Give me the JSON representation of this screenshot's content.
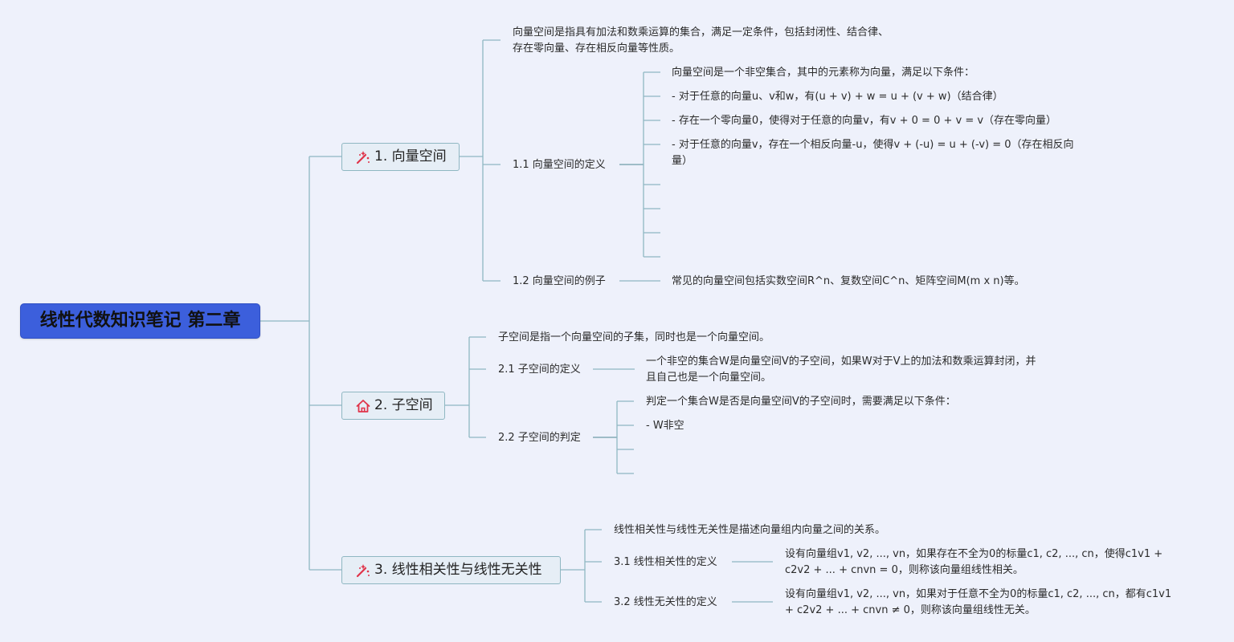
{
  "root": {
    "title": "线性代数知识笔记 第二章"
  },
  "topics": [
    {
      "label": "1. 向量空间",
      "icon": "magic-wand-icon"
    },
    {
      "label": "2. 子空间",
      "icon": "home-icon"
    },
    {
      "label": "3. 线性相关性与线性无关性",
      "icon": "magic-wand-icon"
    }
  ],
  "t1": {
    "intro": "向量空间是指具有加法和数乘运算的集合，满足一定条件，包括封闭性、结合律、存在零向量、存在相反向量等性质。",
    "s1_label": "1.1 向量空间的定义",
    "s1_items": [
      "向量空间是一个非空集合，其中的元素称为向量，满足以下条件：",
      "- 对于任意的向量u、v和w，有(u + v) + w = u + (v + w)（结合律）",
      "- 存在一个零向量0，使得对于任意的向量v，有v + 0 = 0 + v = v（存在零向量）",
      "- 对于任意的向量v，存在一个相反向量-u，使得v + (-u) = u + (-v) = 0（存在相反向量）"
    ],
    "s2_label": "1.2 向量空间的例子",
    "s2_text": "常见的向量空间包括实数空间R^n、复数空间C^n、矩阵空间M(m x n)等。"
  },
  "t2": {
    "intro": "子空间是指一个向量空间的子集，同时也是一个向量空间。",
    "s1_label": "2.1 子空间的定义",
    "s1_text": "一个非空的集合W是向量空间V的子空间，如果W对于V上的加法和数乘运算封闭，并且自己也是一个向量空间。",
    "s2_label": "2.2 子空间的判定",
    "s2_items": [
      "判定一个集合W是否是向量空间V的子空间时，需要满足以下条件：",
      "- W非空"
    ]
  },
  "t3": {
    "intro": "线性相关性与线性无关性是描述向量组内向量之间的关系。",
    "s1_label": "3.1 线性相关性的定义",
    "s1_text": "设有向量组v1, v2, ..., vn，如果存在不全为0的标量c1, c2, ..., cn，使得c1v1 + c2v2 + ... + cnvn = 0，则称该向量组线性相关。",
    "s2_label": "3.2 线性无关性的定义",
    "s2_text": "设有向量组v1, v2, ..., vn，如果对于任意不全为0的标量c1, c2, ..., cn，都有c1v1 + c2v2 + ... + cnvn ≠ 0，则称该向量组线性无关。"
  },
  "colors": {
    "line": "#8fb7c2",
    "root_bg": "#3c5fdc",
    "topic_bg": "#e6eef6",
    "icon_red": "#e0344a",
    "background": "#eef1fb"
  }
}
